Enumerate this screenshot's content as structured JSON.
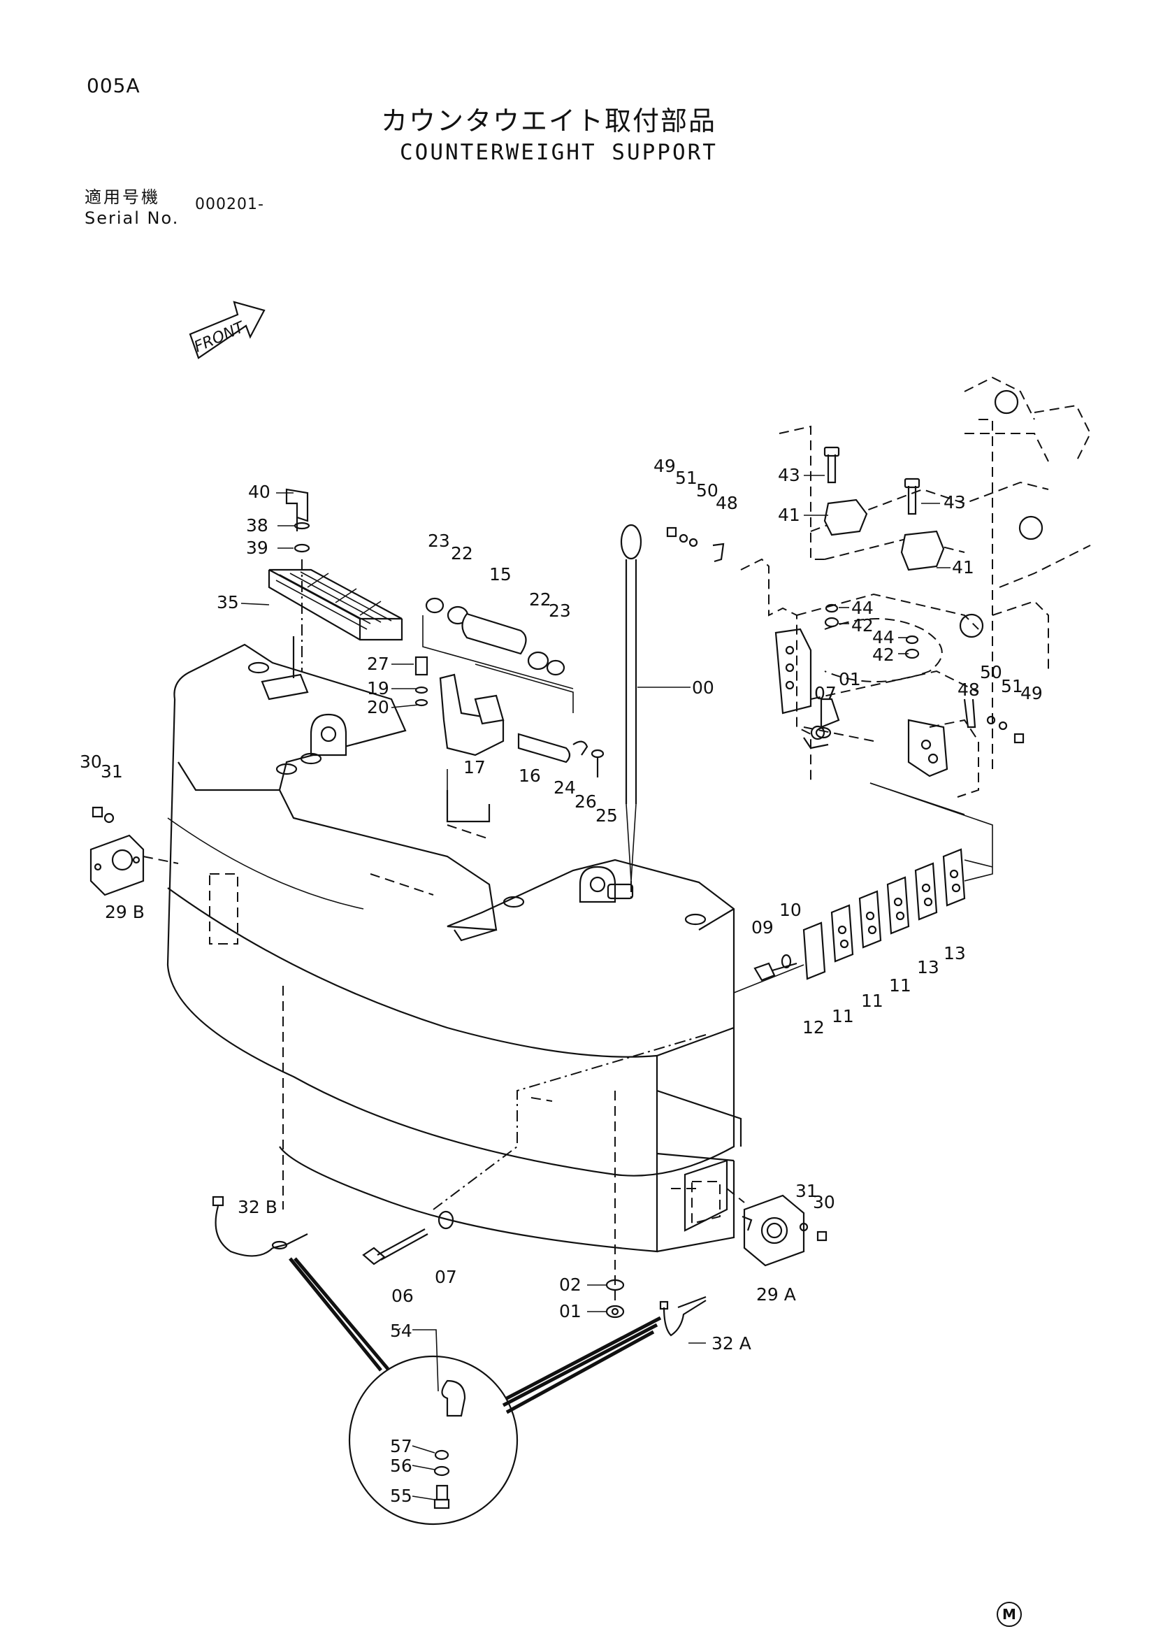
{
  "header": {
    "page_code": "005A",
    "title_jp": "カウンタウエイト取付部品",
    "title_en": "COUNTERWEIGHT SUPPORT",
    "serial_label_jp": "適用号機",
    "serial_label_en": "Serial No.",
    "serial_value": "000201-"
  },
  "front_arrow_label": "FRONT",
  "callouts": [
    {
      "id": "c40",
      "text": "40"
    },
    {
      "id": "c38",
      "text": "38"
    },
    {
      "id": "c39",
      "text": "39"
    },
    {
      "id": "c35",
      "text": "35"
    },
    {
      "id": "c23a",
      "text": "23"
    },
    {
      "id": "c22a",
      "text": "22"
    },
    {
      "id": "c15",
      "text": "15"
    },
    {
      "id": "c22b",
      "text": "22"
    },
    {
      "id": "c23b",
      "text": "23"
    },
    {
      "id": "c27",
      "text": "27"
    },
    {
      "id": "c19",
      "text": "19"
    },
    {
      "id": "c20",
      "text": "20"
    },
    {
      "id": "c17",
      "text": "17"
    },
    {
      "id": "c16",
      "text": "16"
    },
    {
      "id": "c24",
      "text": "24"
    },
    {
      "id": "c26",
      "text": "26"
    },
    {
      "id": "c25",
      "text": "25"
    },
    {
      "id": "c00",
      "text": "00"
    },
    {
      "id": "c49a",
      "text": "49"
    },
    {
      "id": "c51a",
      "text": "51"
    },
    {
      "id": "c50a",
      "text": "50"
    },
    {
      "id": "c48a",
      "text": "48"
    },
    {
      "id": "c43a",
      "text": "43"
    },
    {
      "id": "c43b",
      "text": "43"
    },
    {
      "id": "c41a",
      "text": "41"
    },
    {
      "id": "c41b",
      "text": "41"
    },
    {
      "id": "c44a",
      "text": "44"
    },
    {
      "id": "c42a",
      "text": "42"
    },
    {
      "id": "c44b",
      "text": "44"
    },
    {
      "id": "c42b",
      "text": "42"
    },
    {
      "id": "c07a",
      "text": "07"
    },
    {
      "id": "c01a",
      "text": "01"
    },
    {
      "id": "c48b",
      "text": "48"
    },
    {
      "id": "c50b",
      "text": "50"
    },
    {
      "id": "c51b",
      "text": "51"
    },
    {
      "id": "c49b",
      "text": "49"
    },
    {
      "id": "c30a",
      "text": "30"
    },
    {
      "id": "c31a",
      "text": "31"
    },
    {
      "id": "c29b",
      "text": "29 B"
    },
    {
      "id": "c10",
      "text": "10"
    },
    {
      "id": "c09",
      "text": "09"
    },
    {
      "id": "c12",
      "text": "12"
    },
    {
      "id": "c11a",
      "text": "11"
    },
    {
      "id": "c11b",
      "text": "11"
    },
    {
      "id": "c11c",
      "text": "11"
    },
    {
      "id": "c13a",
      "text": "13"
    },
    {
      "id": "c13b",
      "text": "13"
    },
    {
      "id": "c32b",
      "text": "32 B"
    },
    {
      "id": "c06",
      "text": "06"
    },
    {
      "id": "c07b",
      "text": "07"
    },
    {
      "id": "c02",
      "text": "02"
    },
    {
      "id": "c01b",
      "text": "01"
    },
    {
      "id": "c31b",
      "text": "31"
    },
    {
      "id": "c30b",
      "text": "30"
    },
    {
      "id": "c29a",
      "text": "29 A"
    },
    {
      "id": "c32a",
      "text": "32 A"
    },
    {
      "id": "c54",
      "text": "54"
    },
    {
      "id": "c57",
      "text": "57"
    },
    {
      "id": "c56",
      "text": "56"
    },
    {
      "id": "c55",
      "text": "55"
    }
  ],
  "footer_mark": "M"
}
